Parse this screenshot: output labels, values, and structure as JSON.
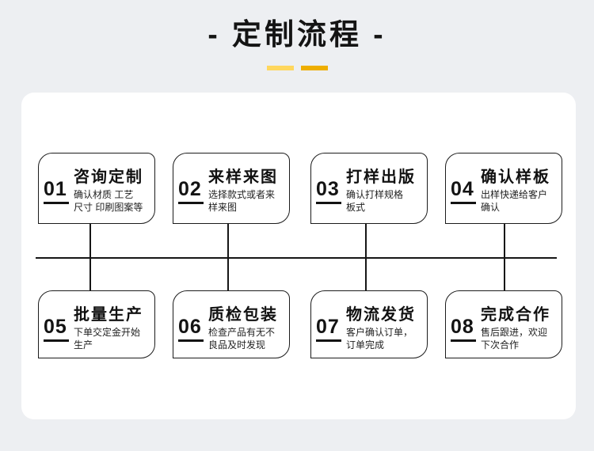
{
  "header": {
    "title": "- 定制流程 -",
    "accent_bar_colors": {
      "left": "#ffd75e",
      "right": "#eeae00"
    }
  },
  "colors": {
    "background": "#edeff2",
    "card": "#ffffff",
    "line": "#161616",
    "text": "#141414"
  },
  "flow": {
    "steps": [
      {
        "number": "01",
        "title": "咨询定制",
        "desc": "确认材质 工艺\n尺寸 印刷图案等"
      },
      {
        "number": "02",
        "title": "来样来图",
        "desc": "选择款式或者来\n样来图"
      },
      {
        "number": "03",
        "title": "打样出版",
        "desc": "确认打样规格\n板式"
      },
      {
        "number": "04",
        "title": "确认样板",
        "desc": "出样快递给客户\n确认"
      },
      {
        "number": "05",
        "title": "批量生产",
        "desc": "下单交定金开始\n生产"
      },
      {
        "number": "06",
        "title": "质检包装",
        "desc": "检查产品有无不\n良品及时发现"
      },
      {
        "number": "07",
        "title": "物流发货",
        "desc": "客户确认订单，\n订单完成"
      },
      {
        "number": "08",
        "title": "完成合作",
        "desc": "售后跟进，欢迎\n下次合作"
      }
    ]
  }
}
